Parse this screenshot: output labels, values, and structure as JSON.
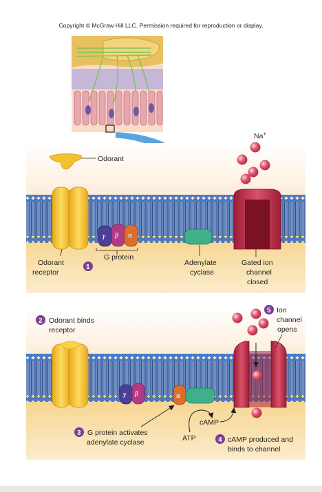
{
  "copyright": "Copyright © McGraw Hill LLC. Permission required for reproduction or display.",
  "labels": {
    "odorant": "Odorant",
    "na": "Na",
    "na_sup": "+",
    "odorant_receptor_1": "Odorant",
    "odorant_receptor_2": "receptor",
    "g_protein": "G protein",
    "adenylate_cyclase_1": "Adenylate",
    "adenylate_cyclase_2": "cyclase",
    "gated_1": "Gated ion",
    "gated_2": "channel",
    "gated_3": "closed",
    "step2_1": "Odorant binds",
    "step2_2": "receptor",
    "step3_1": "G protein activates",
    "step3_2": "adenylate cyclase",
    "atp": "ATP",
    "camp": "cAMP",
    "step4_1": "cAMP produced and",
    "step4_2": "binds to channel",
    "step5_1": "Ion",
    "step5_2": "channel",
    "step5_3": "opens"
  },
  "subunits": {
    "gamma": "γ",
    "beta": "β",
    "alpha": "α"
  },
  "steps": {
    "one": "1",
    "two": "2",
    "three": "3",
    "four": "4",
    "five": "5"
  },
  "colors": {
    "membrane_blue": "#2d5fb2",
    "head_blue": "#3f7ed6",
    "cytoplasm": "#f6c56a",
    "extracellular": "#fbe7d0",
    "receptor": "#f4c531",
    "channel": "#c2334b",
    "adenylate_cyclase": "#3fb08a",
    "sodium": "#e0546e",
    "step_circle": "#7a3f96",
    "arrow": "#4a9ad9"
  }
}
